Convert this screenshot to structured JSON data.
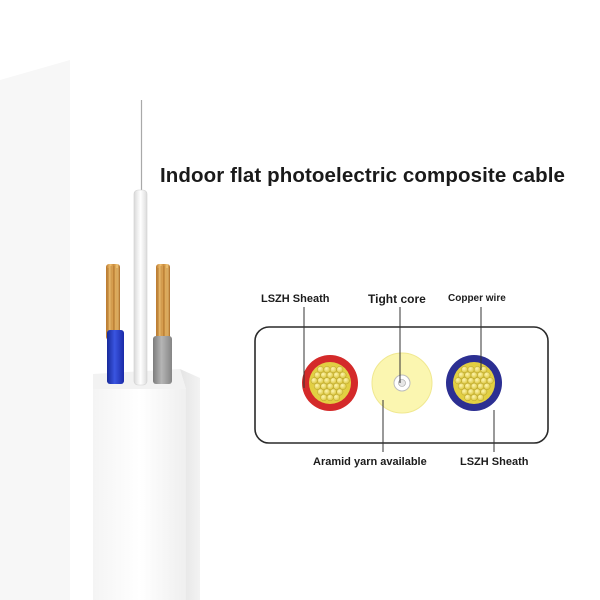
{
  "title": "Indoor flat photoelectric composite cable",
  "labels": {
    "lszh_sheath_top": "LSZH Sheath",
    "tight_core": "Tight core",
    "copper_wire": "Copper wire",
    "aramid_yarn": "Aramid yarn available",
    "lszh_sheath_bottom": "LSZH Sheath"
  },
  "colors": {
    "red_sheath": "#d42a2a",
    "blue_sheath": "#2c2f92",
    "copper_fill": "#e3d24a",
    "tight_core_fill": "#fbf6b0",
    "blue_insulation": "#2238c8",
    "gray_insulation": "#9a9a9a",
    "copper": "#c9893b"
  }
}
